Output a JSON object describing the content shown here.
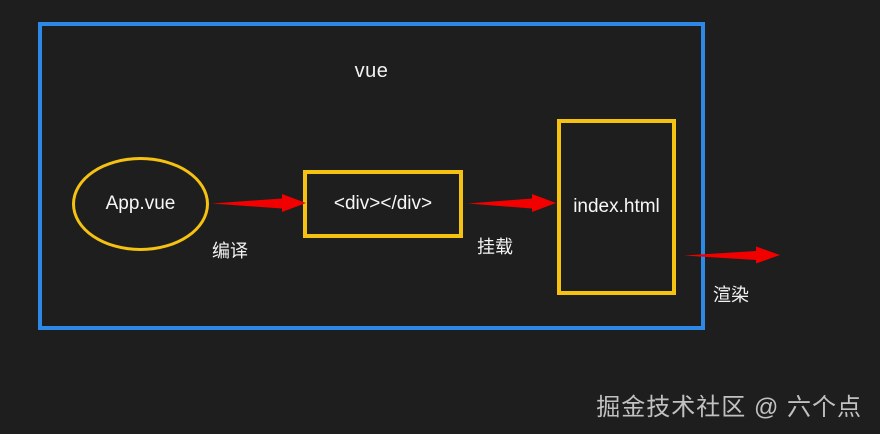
{
  "diagram": {
    "title": "vue",
    "colors": {
      "background": "#1e1e1e",
      "container_border": "#2d89e5",
      "node_border": "#f5c211",
      "arrow": "#f20000",
      "text": "#f2f2f2"
    },
    "nodes": [
      {
        "id": "app-vue",
        "label": "App.vue",
        "shape": "ellipse"
      },
      {
        "id": "div-tag",
        "label": "<div></div>",
        "shape": "rectangle"
      },
      {
        "id": "index-html",
        "label": "index.html",
        "shape": "rectangle"
      }
    ],
    "edges": [
      {
        "id": "compile",
        "label": "编译",
        "from": "app-vue",
        "to": "div-tag"
      },
      {
        "id": "mount",
        "label": "挂载",
        "from": "div-tag",
        "to": "index-html"
      },
      {
        "id": "render",
        "label": "渲染",
        "from": "index-html",
        "to": "browser"
      }
    ]
  },
  "watermark": {
    "text": "掘金技术社区 @ 六个点"
  }
}
